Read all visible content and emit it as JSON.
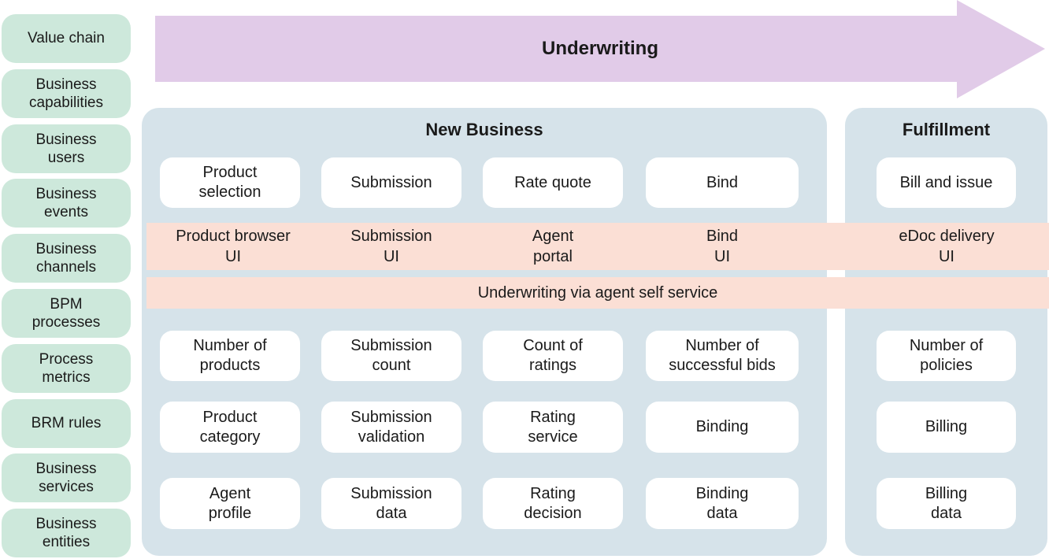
{
  "sidebar": {
    "items": [
      "Value chain",
      "Business\ncapabilities",
      "Business\nusers",
      "Business\nevents",
      "Business\nchannels",
      "BPM\nprocesses",
      "Process\nmetrics",
      "BRM rules",
      "Business\nservices",
      "Business\nentities"
    ]
  },
  "arrow": {
    "label": "Underwriting"
  },
  "panels": {
    "new_business": {
      "title": "New Business",
      "capabilities": [
        "Product\nselection",
        "Submission",
        "Rate quote",
        "Bind"
      ],
      "metrics": [
        "Number of\nproducts",
        "Submission\ncount",
        "Count of\nratings",
        "Number of\nsuccessful bids"
      ],
      "services": [
        "Product\ncategory",
        "Submission\nvalidation",
        "Rating\nservice",
        "Binding"
      ],
      "entities": [
        "Agent\nprofile",
        "Submission\ndata",
        "Rating\ndecision",
        "Binding\ndata"
      ]
    },
    "fulfillment": {
      "title": "Fulfillment",
      "capabilities": [
        "Bill and issue"
      ],
      "metrics": [
        "Number of\npolicies"
      ],
      "services": [
        "Billing"
      ],
      "entities": [
        "Billing\ndata"
      ]
    }
  },
  "bands": {
    "ui_channels": {
      "items": [
        "Product browser\nUI",
        "Submission\nUI",
        "Agent\nportal",
        "Bind\nUI",
        "eDoc delivery\nUI"
      ]
    },
    "process": {
      "label": "Underwriting via agent self service"
    }
  },
  "colors": {
    "sidebar_green": "#cde8db",
    "panel_blue": "#d6e3ea",
    "band_pink": "#fbdfd5",
    "arrow_purple": "#e1cbe8",
    "box_white": "#ffffff",
    "text": "#1a1a1a"
  }
}
